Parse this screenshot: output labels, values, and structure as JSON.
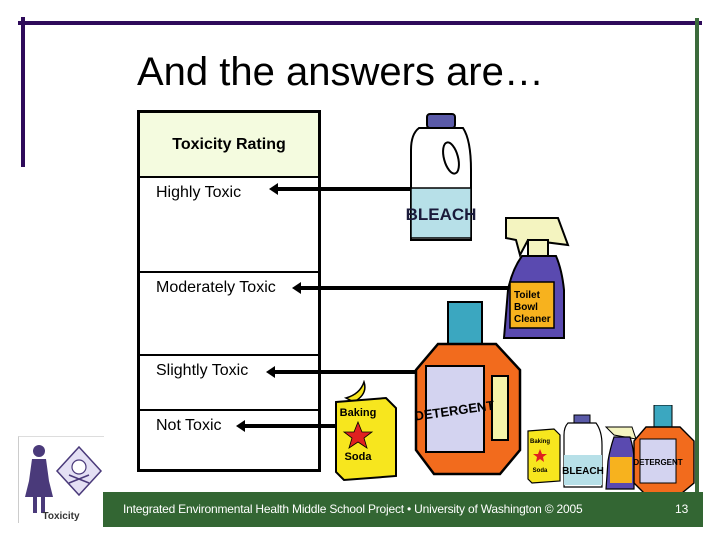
{
  "slide": {
    "title": "And the answers are…",
    "page_number": "13",
    "colors": {
      "frame_purple": "#2e0a5a",
      "frame_green": "#3b6b3b",
      "footer_bg": "#336633",
      "table_header_bg": "#f4fbdf"
    }
  },
  "table": {
    "header": "Toxicity Rating",
    "rows": [
      {
        "label": "Highly Toxic",
        "product": "Bleach"
      },
      {
        "label": "Moderately Toxic",
        "product": "Toilet Bowl Cleaner"
      },
      {
        "label": "Slightly Toxic",
        "product": "Detergent"
      },
      {
        "label": "Not Toxic",
        "product": "Baking Soda"
      }
    ]
  },
  "products": {
    "bleach": {
      "label": "BLEACH"
    },
    "toilet_cleaner": {
      "line1": "Toilet",
      "line2": "Bowl",
      "line3": "Cleaner"
    },
    "detergent": {
      "label": "DETERGENT"
    },
    "baking_soda": {
      "line1": "Baking",
      "line2": "Soda"
    }
  },
  "logo": {
    "caption": "Toxicity"
  },
  "footer": {
    "text": "Integrated Environmental Health Middle School Project • University of Washington © 2005"
  }
}
